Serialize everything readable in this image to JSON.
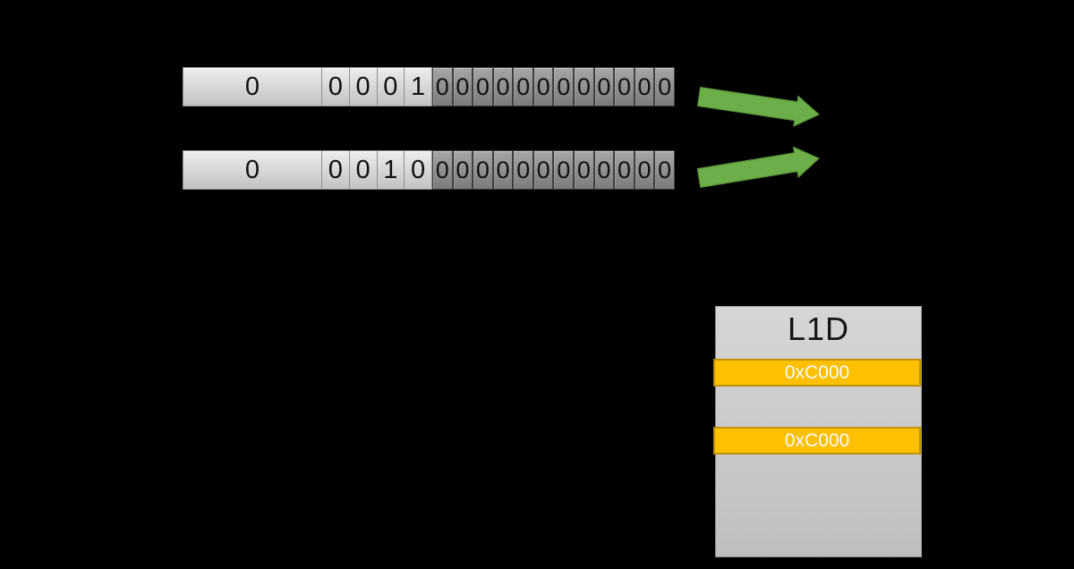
{
  "colors": {
    "background": "#000000",
    "arrow_green": "#6CAE49",
    "arrow_green_dark": "#568E35",
    "highlight_orange": "#FFC000",
    "highlight_orange_border": "#BF9000",
    "cell_light_top": "#EDEDED",
    "cell_light_bottom": "#C3C3C3",
    "cell_light_border": "#8F8F8F",
    "cell_dark_top": "#A6A6A6",
    "cell_dark_bottom": "#7C7C7C",
    "cell_dark_border": "#3F3F3F",
    "box_gray_top": "#D6D6D6",
    "box_gray_bottom": "#BFBFBF",
    "box_border": "#999999",
    "digit_color": "#111111",
    "row_text_color": "#FFFFFF"
  },
  "icons": {
    "arrow_1": "green-arrow-right-down-icon",
    "arrow_2": "green-arrow-right-up-icon"
  },
  "address_bars": [
    {
      "upper_bits": "0",
      "index_bits": "0001",
      "offset_bits": "000000000000"
    },
    {
      "upper_bits": "0",
      "index_bits": "0010",
      "offset_bits": "000000000000"
    }
  ],
  "cache": {
    "title": "L1D",
    "highlight_rows": [
      "0xC000",
      "0xC000"
    ]
  }
}
